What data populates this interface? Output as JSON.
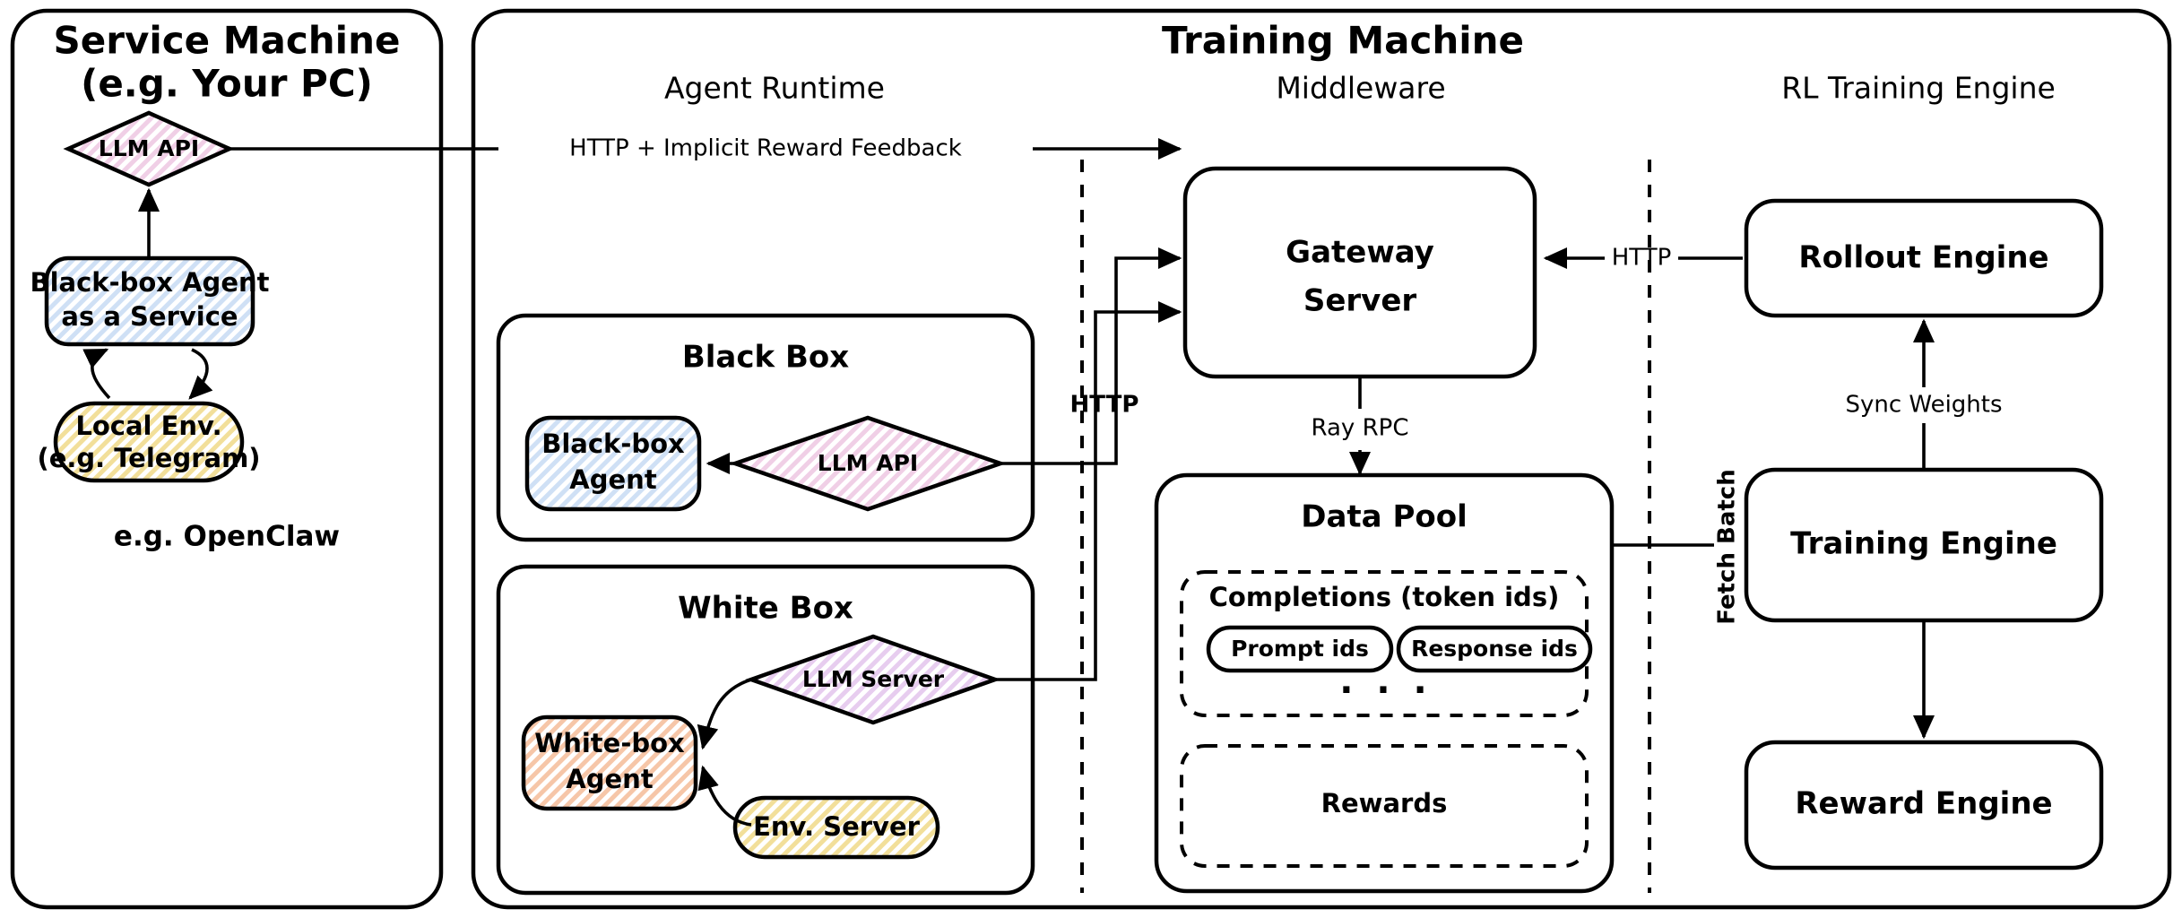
{
  "panels": {
    "service": {
      "title_line1": "Service Machine",
      "title_line2": "(e.g. Your PC)",
      "footnote": "e.g. OpenClaw"
    },
    "training": {
      "title": "Training Machine"
    }
  },
  "sections": {
    "agent_runtime": "Agent Runtime",
    "middleware": "Middleware",
    "rl_training_engine": "RL Training Engine"
  },
  "service_nodes": {
    "llm_api": "LLM API",
    "blackbox_agent_service_line1": "Black-box Agent",
    "blackbox_agent_service_line2": "as a Service",
    "local_env_line1": "Local Env.",
    "local_env_line2": "(e.g. Telegram)"
  },
  "agent_runtime": {
    "black_box": {
      "title": "Black Box",
      "agent_line1": "Black-box",
      "agent_line2": "Agent",
      "llm_api": "LLM API"
    },
    "white_box": {
      "title": "White Box",
      "agent_line1": "White-box",
      "agent_line2": "Agent",
      "llm_server": "LLM Server",
      "env_server": "Env. Server"
    }
  },
  "middleware": {
    "gateway_line1": "Gateway",
    "gateway_line2": "Server",
    "data_pool": "Data Pool",
    "completions": "Completions (token ids)",
    "prompt_ids": "Prompt ids",
    "response_ids": "Response ids",
    "ellipsis": "· · ·",
    "rewards": "Rewards"
  },
  "rl_engine": {
    "rollout_engine": "Rollout Engine",
    "training_engine": "Training Engine",
    "reward_engine": "Reward Engine"
  },
  "edge_labels": {
    "http_implicit_reward": "HTTP + Implicit Reward Feedback",
    "http_vertical": "HTTP",
    "http_rollout": "HTTP",
    "ray_rpc": "Ray RPC",
    "sync_weights": "Sync Weights",
    "fetch_batch": "Fetch Batch"
  },
  "colors": {
    "llm_api_fill": "#f6e4f2",
    "llm_server_fill": "#f0e0f4",
    "blackbox_fill": "#dce9f7",
    "whitebox_fill": "#f9ddcb",
    "env_fill": "#f7e9b5",
    "stroke": "#000000",
    "background": "#ffffff"
  }
}
